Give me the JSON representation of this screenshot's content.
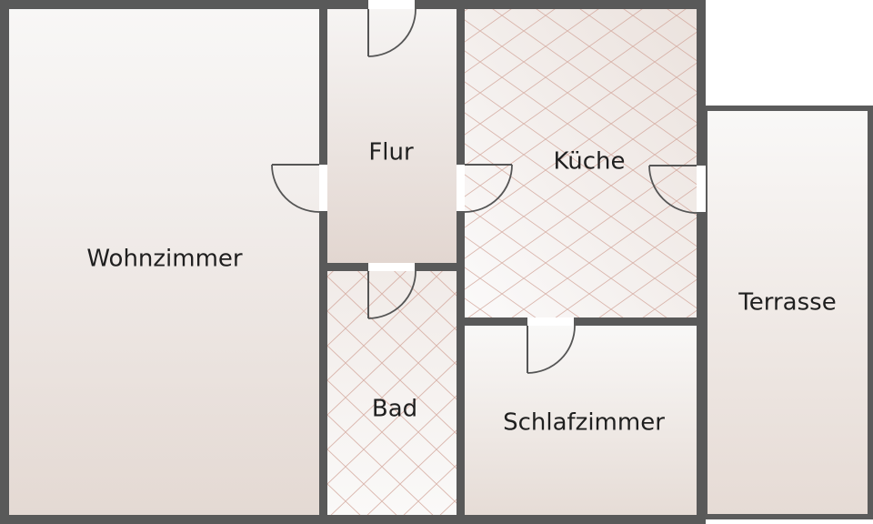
{
  "floor_plan": {
    "rooms": {
      "wohnzimmer": "Wohnzimmer",
      "flur": "Flur",
      "kueche": "Küche",
      "bad": "Bad",
      "schlafzimmer": "Schlafzimmer",
      "terrasse": "Terrasse"
    },
    "colors": {
      "wall": "#595959",
      "floor_light": "#f7f6f5",
      "floor_dark": "#e3d8d2",
      "tile_line": "#c99a8e"
    }
  }
}
